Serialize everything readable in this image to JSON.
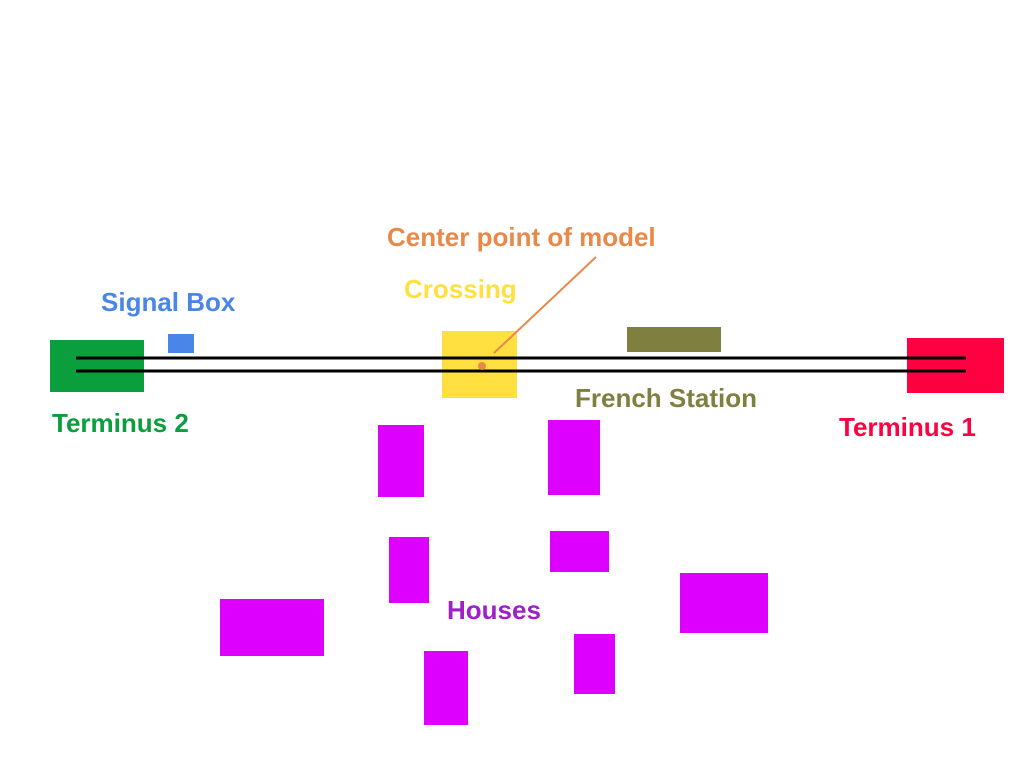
{
  "diagram": {
    "labels": {
      "center_point": "Center point of model",
      "signal_box": "Signal Box",
      "crossing": "Crossing",
      "terminus_2": "Terminus 2",
      "french_station": "French Station",
      "terminus_1": "Terminus 1",
      "houses": "Houses"
    },
    "colors": {
      "center_point": "#e8894a",
      "signal_box": "#4a86e8",
      "crossing": "#ffe040",
      "terminus_2": "#0a9e3c",
      "french_station": "#7f7f3f",
      "terminus_1": "#ff0040",
      "houses": "#dd00ff",
      "houses_label": "#a020c8",
      "track": "#000000"
    }
  }
}
